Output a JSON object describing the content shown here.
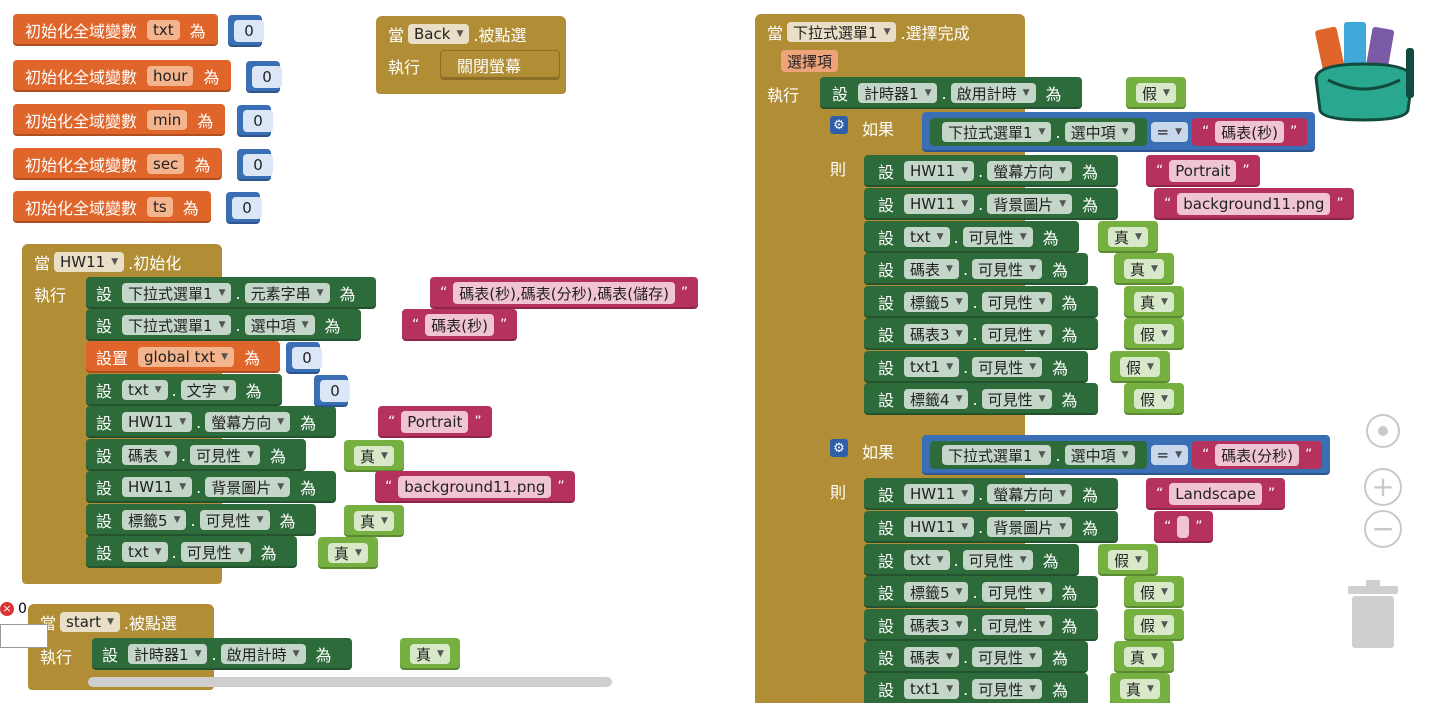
{
  "globals": [
    {
      "label": "初始化全域變數",
      "name": "txt",
      "as": "為",
      "value": "0"
    },
    {
      "label": "初始化全域變數",
      "name": "hour",
      "as": "為",
      "value": "0"
    },
    {
      "label": "初始化全域變數",
      "name": "min",
      "as": "為",
      "value": "0"
    },
    {
      "label": "初始化全域變數",
      "name": "sec",
      "as": "為",
      "value": "0"
    },
    {
      "label": "初始化全域變數",
      "name": "ts",
      "as": "為",
      "value": "0"
    }
  ],
  "back_event": {
    "when": "當",
    "component": "Back",
    "event": ".被點選",
    "do": "執行",
    "statement": "關閉螢幕"
  },
  "init_event": {
    "when": "當",
    "component": "HW11",
    "event": ".初始化",
    "do": "執行",
    "rows": [
      {
        "set": "設",
        "comp": "下拉式選單1",
        "prop": "元素字串",
        "as": "為",
        "value": "碼表(秒),碼表(分秒),碼表(儲存)"
      },
      {
        "set": "設",
        "comp": "下拉式選單1",
        "prop": "選中項",
        "as": "為",
        "value": "碼表(秒)"
      },
      {
        "set": "設置",
        "comp": "global txt",
        "as": "為",
        "value": "0"
      },
      {
        "set": "設",
        "comp": "txt",
        "prop": "文字",
        "as": "為",
        "value": "0"
      },
      {
        "set": "設",
        "comp": "HW11",
        "prop": "螢幕方向",
        "as": "為",
        "value": "Portrait"
      },
      {
        "set": "設",
        "comp": "碼表",
        "prop": "可見性",
        "as": "為",
        "value": "真"
      },
      {
        "set": "設",
        "comp": "HW11",
        "prop": "背景圖片",
        "as": "為",
        "value": "background11.png"
      },
      {
        "set": "設",
        "comp": "標籤5",
        "prop": "可見性",
        "as": "為",
        "value": "真"
      },
      {
        "set": "設",
        "comp": "txt",
        "prop": "可見性",
        "as": "為",
        "value": "真"
      }
    ]
  },
  "start_event": {
    "when": "當",
    "component": "start",
    "event": ".被點選",
    "do": "執行",
    "row": {
      "set": "設",
      "comp": "計時器1",
      "prop": "啟用計時",
      "as": "為",
      "value": "真"
    }
  },
  "warning": {
    "count": "0"
  },
  "spinner_event": {
    "when": "當",
    "component": "下拉式選單1",
    "event": ".選擇完成",
    "param": "選擇項",
    "do": "執行",
    "first": {
      "set": "設",
      "comp": "計時器1",
      "prop": "啟用計時",
      "as": "為",
      "value": "假"
    },
    "if1": {
      "if": "如果",
      "comp": "下拉式選單1",
      "prop": "選中項",
      "op": "=",
      "value": "碼表(秒)",
      "then": "則",
      "rows": [
        {
          "set": "設",
          "comp": "HW11",
          "prop": "螢幕方向",
          "as": "為",
          "value": "Portrait",
          "kind": "text"
        },
        {
          "set": "設",
          "comp": "HW11",
          "prop": "背景圖片",
          "as": "為",
          "value": "background11.png",
          "kind": "text"
        },
        {
          "set": "設",
          "comp": "txt",
          "prop": "可見性",
          "as": "為",
          "value": "真",
          "kind": "bool"
        },
        {
          "set": "設",
          "comp": "碼表",
          "prop": "可見性",
          "as": "為",
          "value": "真",
          "kind": "bool"
        },
        {
          "set": "設",
          "comp": "標籤5",
          "prop": "可見性",
          "as": "為",
          "value": "真",
          "kind": "bool"
        },
        {
          "set": "設",
          "comp": "碼表3",
          "prop": "可見性",
          "as": "為",
          "value": "假",
          "kind": "bool"
        },
        {
          "set": "設",
          "comp": "txt1",
          "prop": "可見性",
          "as": "為",
          "value": "假",
          "kind": "bool"
        },
        {
          "set": "設",
          "comp": "標籤4",
          "prop": "可見性",
          "as": "為",
          "value": "假",
          "kind": "bool"
        }
      ]
    },
    "if2": {
      "if": "如果",
      "comp": "下拉式選單1",
      "prop": "選中項",
      "op": "=",
      "value": "碼表(分秒)",
      "then": "則",
      "rows": [
        {
          "set": "設",
          "comp": "HW11",
          "prop": "螢幕方向",
          "as": "為",
          "value": "Landscape",
          "kind": "text"
        },
        {
          "set": "設",
          "comp": "HW11",
          "prop": "背景圖片",
          "as": "為",
          "value": "",
          "kind": "text"
        },
        {
          "set": "設",
          "comp": "txt",
          "prop": "可見性",
          "as": "為",
          "value": "假",
          "kind": "bool"
        },
        {
          "set": "設",
          "comp": "標籤5",
          "prop": "可見性",
          "as": "為",
          "value": "假",
          "kind": "bool"
        },
        {
          "set": "設",
          "comp": "碼表3",
          "prop": "可見性",
          "as": "為",
          "value": "假",
          "kind": "bool"
        },
        {
          "set": "設",
          "comp": "碼表",
          "prop": "可見性",
          "as": "為",
          "value": "真",
          "kind": "bool"
        },
        {
          "set": "設",
          "comp": "txt1",
          "prop": "可見性",
          "as": "為",
          "value": "真",
          "kind": "bool"
        }
      ]
    }
  },
  "colors": {
    "event": "#b18e35",
    "setter": "#2e6b3b",
    "variable": "#e0652a",
    "math": "#3a6fb6",
    "text": "#b5315e",
    "logic": "#75b040"
  },
  "icons": [
    "backpack-icon",
    "gear-icon",
    "target-icon",
    "zoom-in-icon",
    "zoom-out-icon",
    "trash-icon",
    "warning-icon"
  ]
}
